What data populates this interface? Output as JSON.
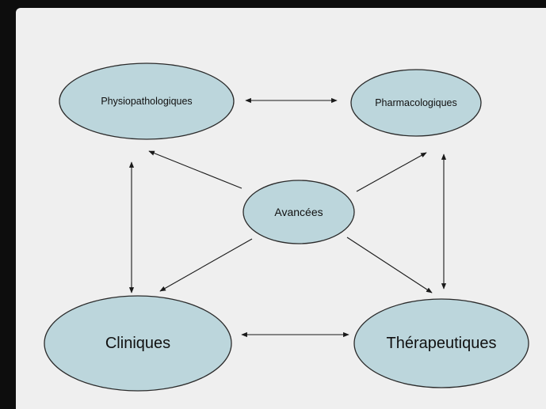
{
  "nodes": {
    "physio": "Physiopathologiques",
    "pharma": "Pharmacologiques",
    "avancees": "Avancées",
    "cliniques": "Cliniques",
    "therap": "Thérapeutiques"
  },
  "colors": {
    "node_fill": "#bcd6dc",
    "node_stroke": "#2a2a2a",
    "slide_background": "#efefef",
    "frame": "#0d0d0d"
  }
}
